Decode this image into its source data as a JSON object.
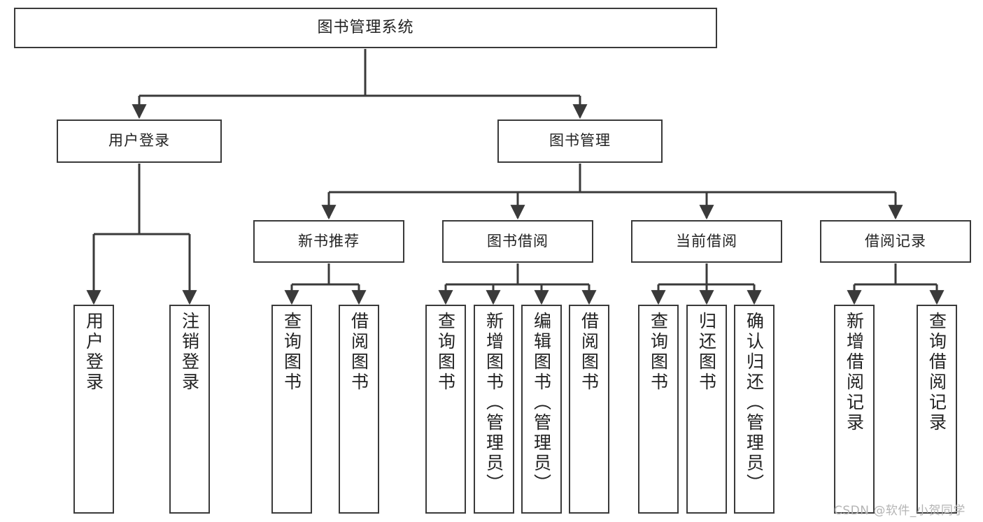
{
  "diagram": {
    "title": "图书管理系统",
    "watermark": "CSDN @软件_小贺同学",
    "line_color": "#3a3a3a",
    "box_fill": "#ffffff",
    "text_color": "#222222",
    "watermark_color": "#b4b4b4"
  },
  "nodes": {
    "root": {
      "label": "图书管理系统"
    },
    "level2": [
      {
        "id": "user-login",
        "label": "用户登录"
      },
      {
        "id": "book-manage",
        "label": "图书管理"
      }
    ],
    "level3": [
      {
        "id": "new-book-recommend",
        "label": "新书推荐"
      },
      {
        "id": "book-borrow",
        "label": "图书借阅"
      },
      {
        "id": "current-borrow",
        "label": "当前借阅"
      },
      {
        "id": "borrow-record",
        "label": "借阅记录"
      }
    ],
    "leaves": {
      "user_login": [
        {
          "id": "leaf-user-login",
          "label": "用户登录"
        },
        {
          "id": "leaf-logout-login",
          "label": "注销登录"
        }
      ],
      "new_book_recommend": [
        {
          "id": "leaf-query-book-1",
          "label": "查询图书"
        },
        {
          "id": "leaf-borrow-book-1",
          "label": "借阅图书"
        }
      ],
      "book_borrow": [
        {
          "id": "leaf-query-book-2",
          "label": "查询图书"
        },
        {
          "id": "leaf-add-book",
          "label": "新增图书（管理员）"
        },
        {
          "id": "leaf-edit-book",
          "label": "编辑图书（管理员）"
        },
        {
          "id": "leaf-borrow-book-2",
          "label": "借阅图书"
        }
      ],
      "current_borrow": [
        {
          "id": "leaf-query-book-3",
          "label": "查询图书"
        },
        {
          "id": "leaf-return-book",
          "label": "归还图书"
        },
        {
          "id": "leaf-confirm-return",
          "label": "确认归还（管理员）"
        }
      ],
      "borrow_record": [
        {
          "id": "leaf-add-record",
          "label": "新增借阅记录"
        },
        {
          "id": "leaf-query-record",
          "label": "查询借阅记录"
        }
      ]
    }
  },
  "chart_data": {
    "type": "diagram",
    "subtype": "tree-hierarchy",
    "title": "图书管理系统",
    "orientation": "top-down",
    "edge_style": "orthogonal-arrow",
    "tree": {
      "label": "图书管理系统",
      "children": [
        {
          "label": "用户登录",
          "children": [
            {
              "label": "用户登录",
              "children": []
            },
            {
              "label": "注销登录",
              "children": []
            }
          ]
        },
        {
          "label": "图书管理",
          "children": [
            {
              "label": "新书推荐",
              "children": [
                {
                  "label": "查询图书",
                  "children": []
                },
                {
                  "label": "借阅图书",
                  "children": []
                }
              ]
            },
            {
              "label": "图书借阅",
              "children": [
                {
                  "label": "查询图书",
                  "children": []
                },
                {
                  "label": "新增图书（管理员）",
                  "children": []
                },
                {
                  "label": "编辑图书（管理员）",
                  "children": []
                },
                {
                  "label": "借阅图书",
                  "children": []
                }
              ]
            },
            {
              "label": "当前借阅",
              "children": [
                {
                  "label": "查询图书",
                  "children": []
                },
                {
                  "label": "归还图书",
                  "children": []
                },
                {
                  "label": "确认归还（管理员）",
                  "children": []
                }
              ]
            },
            {
              "label": "借阅记录",
              "children": [
                {
                  "label": "新增借阅记录",
                  "children": []
                },
                {
                  "label": "查询借阅记录",
                  "children": []
                }
              ]
            }
          ]
        }
      ]
    },
    "counts": {
      "levels": 4,
      "total_nodes": 20,
      "leaf_nodes": 13
    }
  }
}
